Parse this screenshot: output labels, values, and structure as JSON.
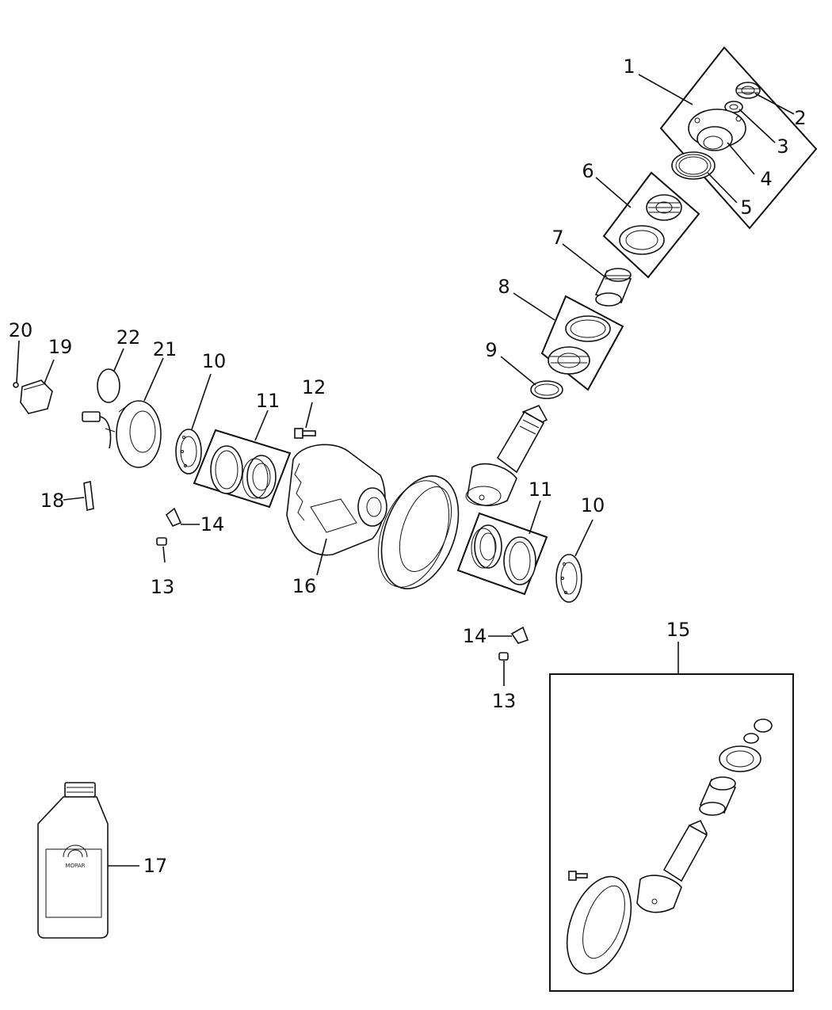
{
  "callouts": {
    "c1": "1",
    "c2": "2",
    "c3": "3",
    "c4": "4",
    "c5": "5",
    "c6": "6",
    "c7": "7",
    "c8": "8",
    "c9": "9",
    "c10a": "10",
    "c10b": "10",
    "c11a": "11",
    "c11b": "11",
    "c12": "12",
    "c13a": "13",
    "c13b": "13",
    "c14a": "14",
    "c14b": "14",
    "c15": "15",
    "c16": "16",
    "c17": "17",
    "c18": "18",
    "c19": "19",
    "c20": "20",
    "c21": "21",
    "c22": "22"
  },
  "bottle": {
    "brand": "MOPAR"
  }
}
